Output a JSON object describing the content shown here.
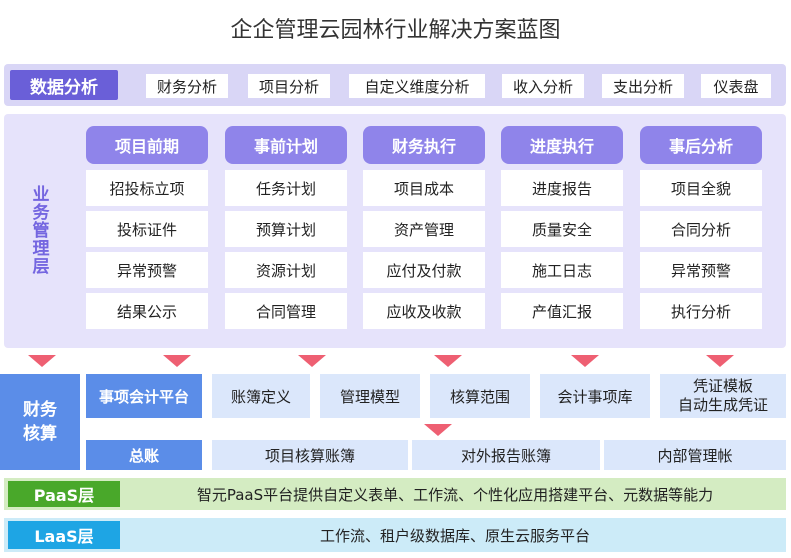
{
  "title": "企企管理云园林行业解决方案蓝图",
  "data_analysis": {
    "label": "数据分析",
    "items": [
      "财务分析",
      "项目分析",
      "自定义维度分析",
      "收入分析",
      "支出分析",
      "仪表盘"
    ]
  },
  "business": {
    "label": "业务管理层",
    "columns": [
      {
        "head": "项目前期",
        "items": [
          "招投标立项",
          "投标证件",
          "异常预警",
          "结果公示"
        ]
      },
      {
        "head": "事前计划",
        "items": [
          "任务计划",
          "预算计划",
          "资源计划",
          "合同管理"
        ]
      },
      {
        "head": "财务执行",
        "items": [
          "项目成本",
          "资产管理",
          "应付及付款",
          "应收及收款"
        ]
      },
      {
        "head": "进度执行",
        "items": [
          "进度报告",
          "质量安全",
          "施工日志",
          "产值汇报"
        ]
      },
      {
        "head": "事后分析",
        "items": [
          "项目全貌",
          "合同分析",
          "异常预警",
          "执行分析"
        ]
      }
    ]
  },
  "finance": {
    "label_line1": "财务",
    "label_line2": "核算",
    "row1": [
      "事项会计平台",
      "账簿定义",
      "管理模型",
      "核算范围",
      "会计事项库"
    ],
    "voucher_line1": "凭证模板",
    "voucher_line2": "自动生成凭证",
    "row2": [
      "总账",
      "项目核算账簿",
      "对外报告账簿",
      "内部管理帐"
    ]
  },
  "paas": {
    "label": "PaaS层",
    "text": "智元PaaS平台提供自定义表单、工作流、个性化应用搭建平台、元数据等能力"
  },
  "iaas": {
    "label": "LaaS层",
    "text": "工作流、租户级数据库、原生云服务平台"
  },
  "colors": {
    "purple_dark": "#6a5fd8",
    "purple_head": "#8f84ea",
    "purple_band": "#e6e3fb",
    "blue": "#5b8de8",
    "blue_light": "#dbe7fb",
    "green": "#49a82a",
    "cyan": "#1ea5e4",
    "arrow": "#ee5f72"
  }
}
